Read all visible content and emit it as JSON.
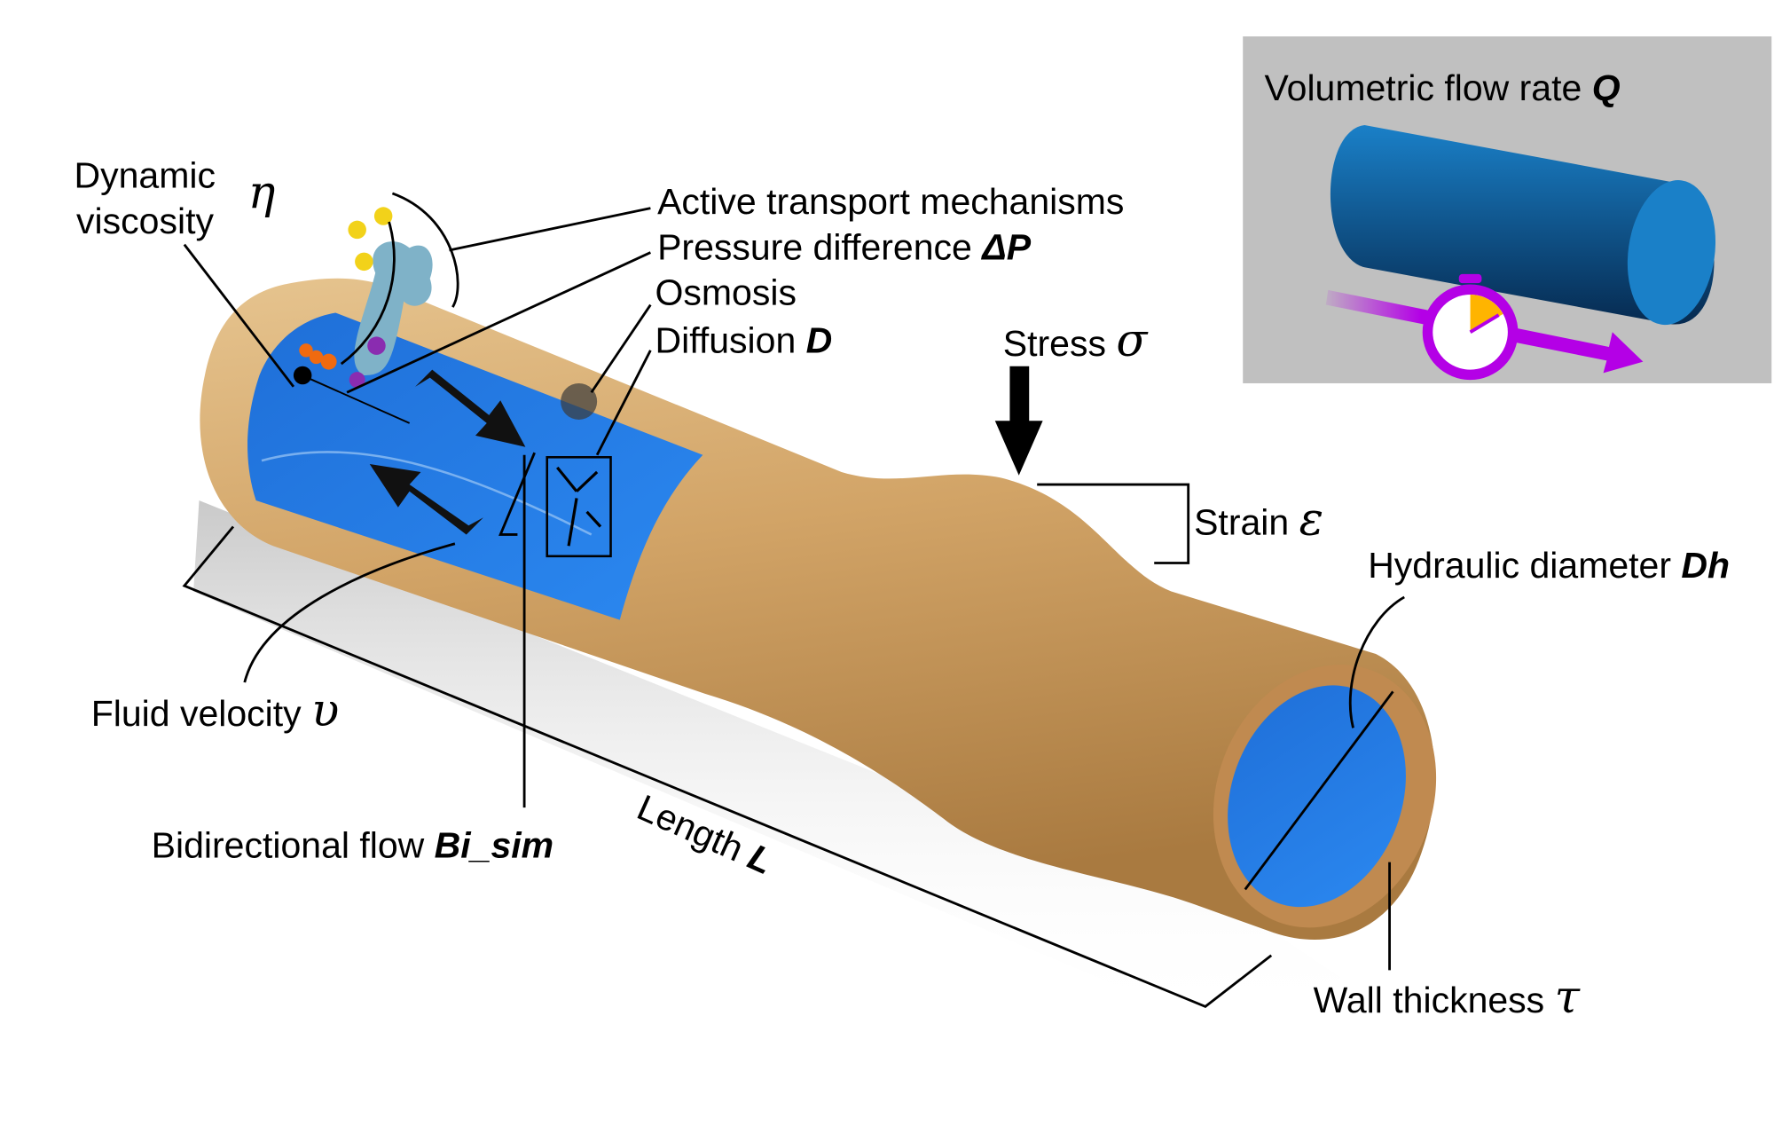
{
  "labels": {
    "dynamic_viscosity_line1": "Dynamic",
    "dynamic_viscosity_line2": "viscosity",
    "dynamic_viscosity_symbol": "η",
    "active_transport": "Active transport mechanisms",
    "pressure_difference": "Pressure difference ",
    "pressure_difference_symbol": "ΔP",
    "osmosis": "Osmosis",
    "diffusion": "Diffusion ",
    "diffusion_symbol": "D",
    "stress": "Stress ",
    "stress_symbol": "σ",
    "strain": "Strain ",
    "strain_symbol": "ε",
    "hydraulic_diameter": "Hydraulic diameter ",
    "hydraulic_diameter_symbol": "Dh",
    "fluid_velocity": "Fluid velocity ",
    "fluid_velocity_symbol": "υ",
    "bidirectional_flow": "Bidirectional flow ",
    "bidirectional_flow_symbol": "Bi_sim",
    "length": "Length ",
    "length_symbol": "L",
    "wall_thickness": "Wall thickness ",
    "wall_thickness_symbol": "τ"
  },
  "inset": {
    "title": "Volumetric flow rate ",
    "title_symbol": "Q",
    "stopwatch_elapsed_fraction": 0.17
  },
  "colors": {
    "tube_wall": "#c99a5e",
    "fluid": "#1a73d9",
    "inset_background": "#c0c0c0",
    "flow_arrow": "#b400e6",
    "stopwatch_sector": "#ffb400",
    "solute_yellow": "#f2d21a",
    "solute_orange": "#f06a10",
    "solute_purple": "#8a2cb0",
    "transporter_protein": "#7fb2c8"
  }
}
